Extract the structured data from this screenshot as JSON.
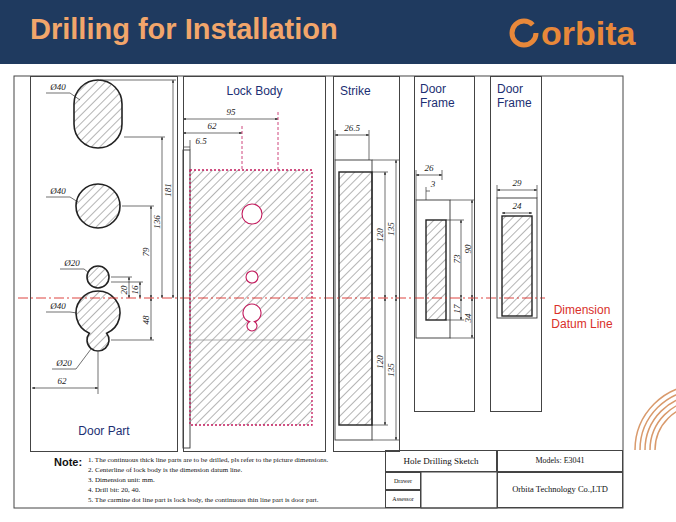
{
  "diagram": {
    "title": "Drilling for Installation",
    "nodes": [
      {
        "text": [
          "Door Part"
        ]
      },
      {
        "text": [
          "Lock Body"
        ]
      },
      {
        "text": [
          "Strike"
        ]
      },
      {
        "text": [
          "Door Frame"
        ]
      },
      {
        "text": [
          "Door Frame"
        ]
      },
      {
        "text": [
          "Hole Drilling Sketch"
        ]
      },
      {
        "text": [
          "Models: E3041"
        ]
      },
      {
        "text": [
          "Drawer"
        ]
      },
      {
        "text": [
          "Assessor"
        ]
      },
      {
        "text": [
          "Orbita Technology Co.,LTD"
        ]
      }
    ],
    "labels": [
      "orbita",
      "Ø40",
      "181",
      "Ø40",
      "136",
      "79",
      "Ø20",
      "20",
      "16",
      "Ø40",
      "48",
      "Ø20",
      "62",
      "95",
      "62",
      "6.5",
      "26.5",
      "120",
      "135",
      "120",
      "135",
      "26",
      "3",
      "73",
      "90",
      "17",
      "34",
      "29",
      "24",
      "Dimension Datum Line",
      "Note:",
      "1. The continuous thick line parts are to be drilled, pls refer to the picture dimensions.",
      "2. Centerline of lock body is the dimension datum line.",
      "3. Dimension unit: mm.",
      "4. Drill bit: 20, 40.",
      "5. The carmine dot line part is lock body, the continuous thin line part is door part."
    ]
  }
}
